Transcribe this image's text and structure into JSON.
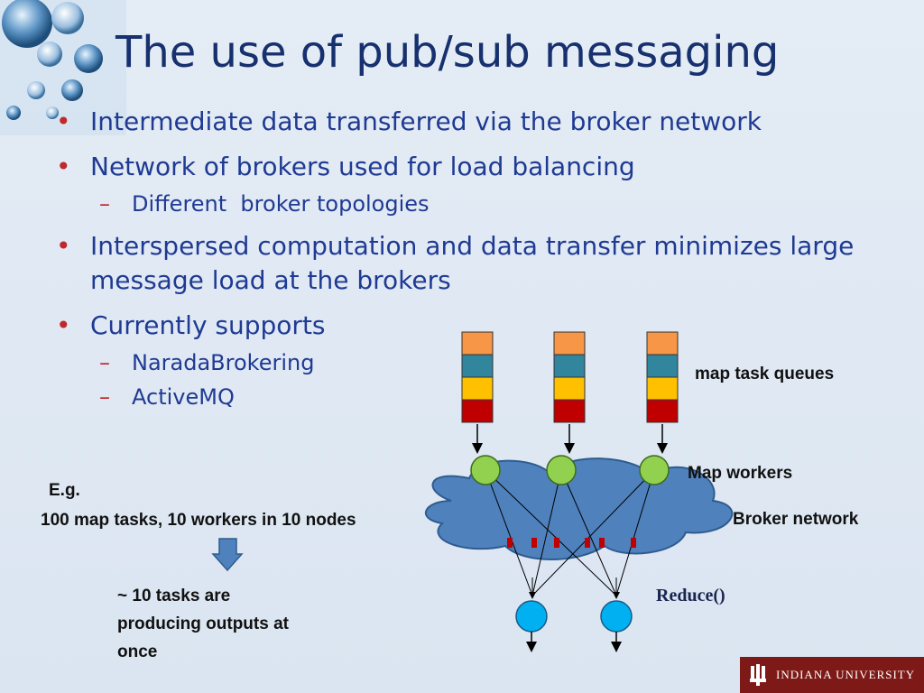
{
  "slide": {
    "title": "The use of pub/sub messaging",
    "bullets": [
      {
        "text": "Intermediate data transferred via the broker network"
      },
      {
        "text": "Network of brokers used for load balancing",
        "sub": [
          "Different  broker topologies"
        ]
      },
      {
        "text": "Interspersed computation and data transfer minimizes large message load at the brokers"
      },
      {
        "text": "Currently supports",
        "sub": [
          "NaradaBrokering",
          "ActiveMQ"
        ]
      }
    ]
  },
  "diagram": {
    "queues_label": "map task queues",
    "workers_label": "Map workers",
    "broker_label": "Broker network",
    "reduce_label": "Reduce()",
    "example_label": "E.g.",
    "example_text": "100 map tasks, 10 workers in 10 nodes",
    "outcome_lines": [
      "~ 10 tasks are",
      "producing outputs at",
      "once"
    ],
    "colors": {
      "queue_orange": "#f79646",
      "queue_teal": "#31859c",
      "queue_yellow": "#ffc000",
      "queue_red": "#c00000",
      "map_worker": "#92d050",
      "reducer": "#00b0f0",
      "cloud": "#4f81bd",
      "arrow_down": "#4f81bd"
    }
  },
  "footer": {
    "logo_text": "INDIANA UNIVERSITY"
  }
}
